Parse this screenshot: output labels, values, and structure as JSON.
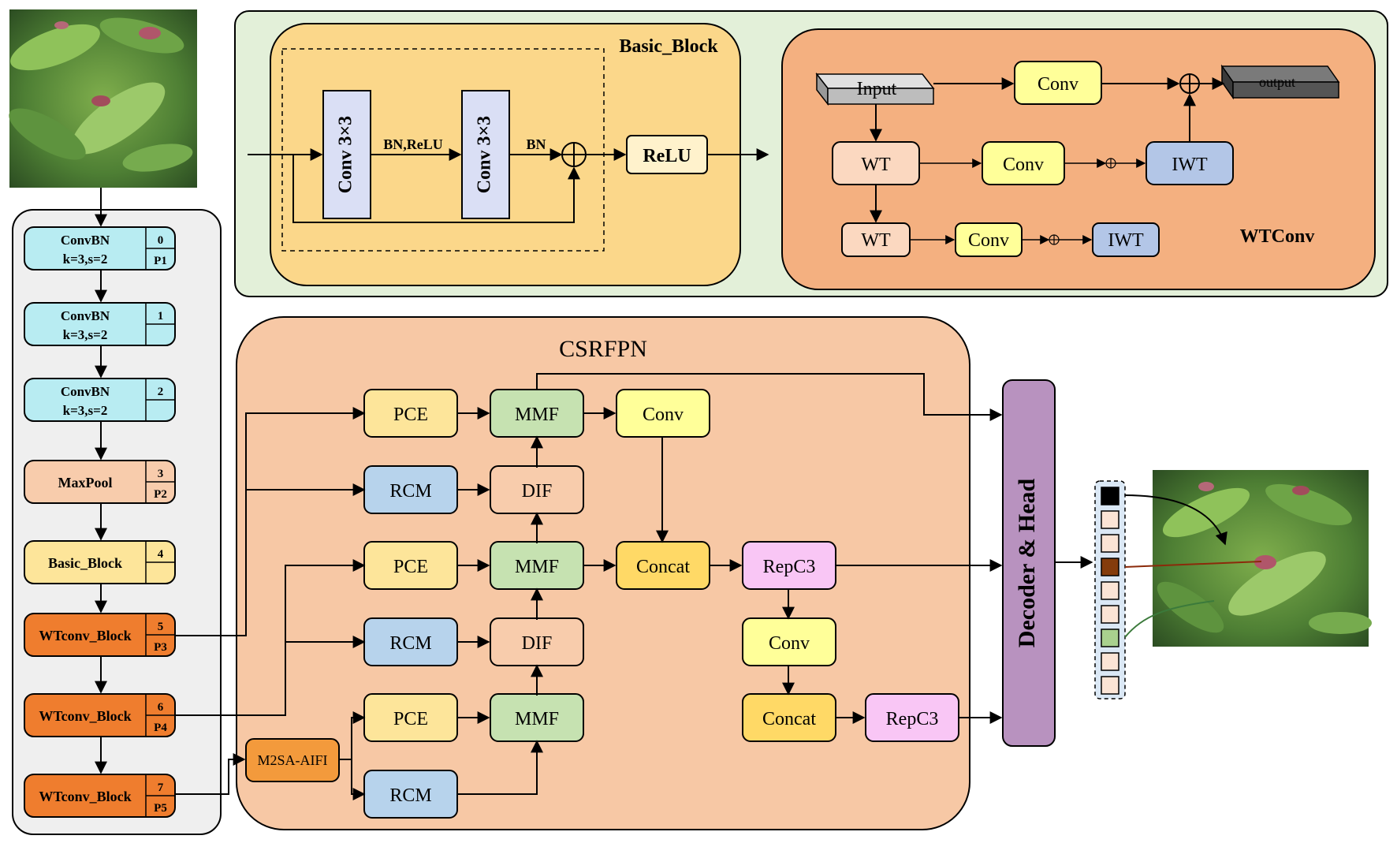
{
  "backbone": {
    "blocks": [
      {
        "name": "ConvBN",
        "sub": "k=3,s=2",
        "index": "0",
        "tag": "P1",
        "fill": "#b8ecf2"
      },
      {
        "name": "ConvBN",
        "sub": "k=3,s=2",
        "index": "1",
        "tag": "",
        "fill": "#b8ecf2"
      },
      {
        "name": "ConvBN",
        "sub": "k=3,s=2",
        "index": "2",
        "tag": "",
        "fill": "#b8ecf2"
      },
      {
        "name": "MaxPool",
        "sub": "",
        "index": "3",
        "tag": "P2",
        "fill": "#f8ccac"
      },
      {
        "name": "Basic_Block",
        "sub": "",
        "index": "4",
        "tag": "",
        "fill": "#fde59a"
      },
      {
        "name": "WTconv_Block",
        "sub": "",
        "index": "5",
        "tag": "P3",
        "fill": "#ef7d2e"
      },
      {
        "name": "WTconv_Block",
        "sub": "",
        "index": "6",
        "tag": "P4",
        "fill": "#ef7d2e"
      },
      {
        "name": "WTconv_Block",
        "sub": "",
        "index": "7",
        "tag": "P5",
        "fill": "#ef7d2e"
      }
    ]
  },
  "basic_block": {
    "title": "Basic_Block",
    "conv1": "Conv 3×3",
    "conv2": "Conv 3×3",
    "label1": "BN,ReLU",
    "label2": "BN",
    "relu": "ReLU"
  },
  "wtconv": {
    "title": "WTConv",
    "input": "Input",
    "output": "output",
    "conv_top": "Conv",
    "wt1": "WT",
    "conv1": "Conv",
    "iwt1": "IWT",
    "wt2": "WT",
    "conv2": "Conv",
    "iwt2": "IWT"
  },
  "csrfpn": {
    "title": "CSRFPN",
    "pce1": "PCE",
    "mmf1": "MMF",
    "conv1": "Conv",
    "rcm1": "RCM",
    "dif1": "DIF",
    "pce2": "PCE",
    "mmf2": "MMF",
    "concat1": "Concat",
    "repc3_1": "RepC3",
    "rcm2": "RCM",
    "dif2": "DIF",
    "conv2": "Conv",
    "pce3": "PCE",
    "mmf3": "MMF",
    "concat2": "Concat",
    "repc3_2": "RepC3",
    "rcm3": "RCM",
    "m2sa": "M2SA-AIFI"
  },
  "head": {
    "label": "Decoder & Head"
  },
  "colors": {
    "cyan": "#b8ecf2",
    "peach": "#f8ccac",
    "yellow": "#fde59a",
    "orange": "#ef7d2e",
    "green_panel": "#e3f0d9",
    "basic_panel": "#fbd78a",
    "wt_panel": "#f4b080",
    "csrfpn_panel": "#f7c8a5",
    "purple": "#b892bf",
    "blue": "#b7d3ec",
    "light_yellow": "#ffff99",
    "mmf_green": "#c6e2b1",
    "pink": "#f9c6f5",
    "gold": "#ffd966"
  }
}
